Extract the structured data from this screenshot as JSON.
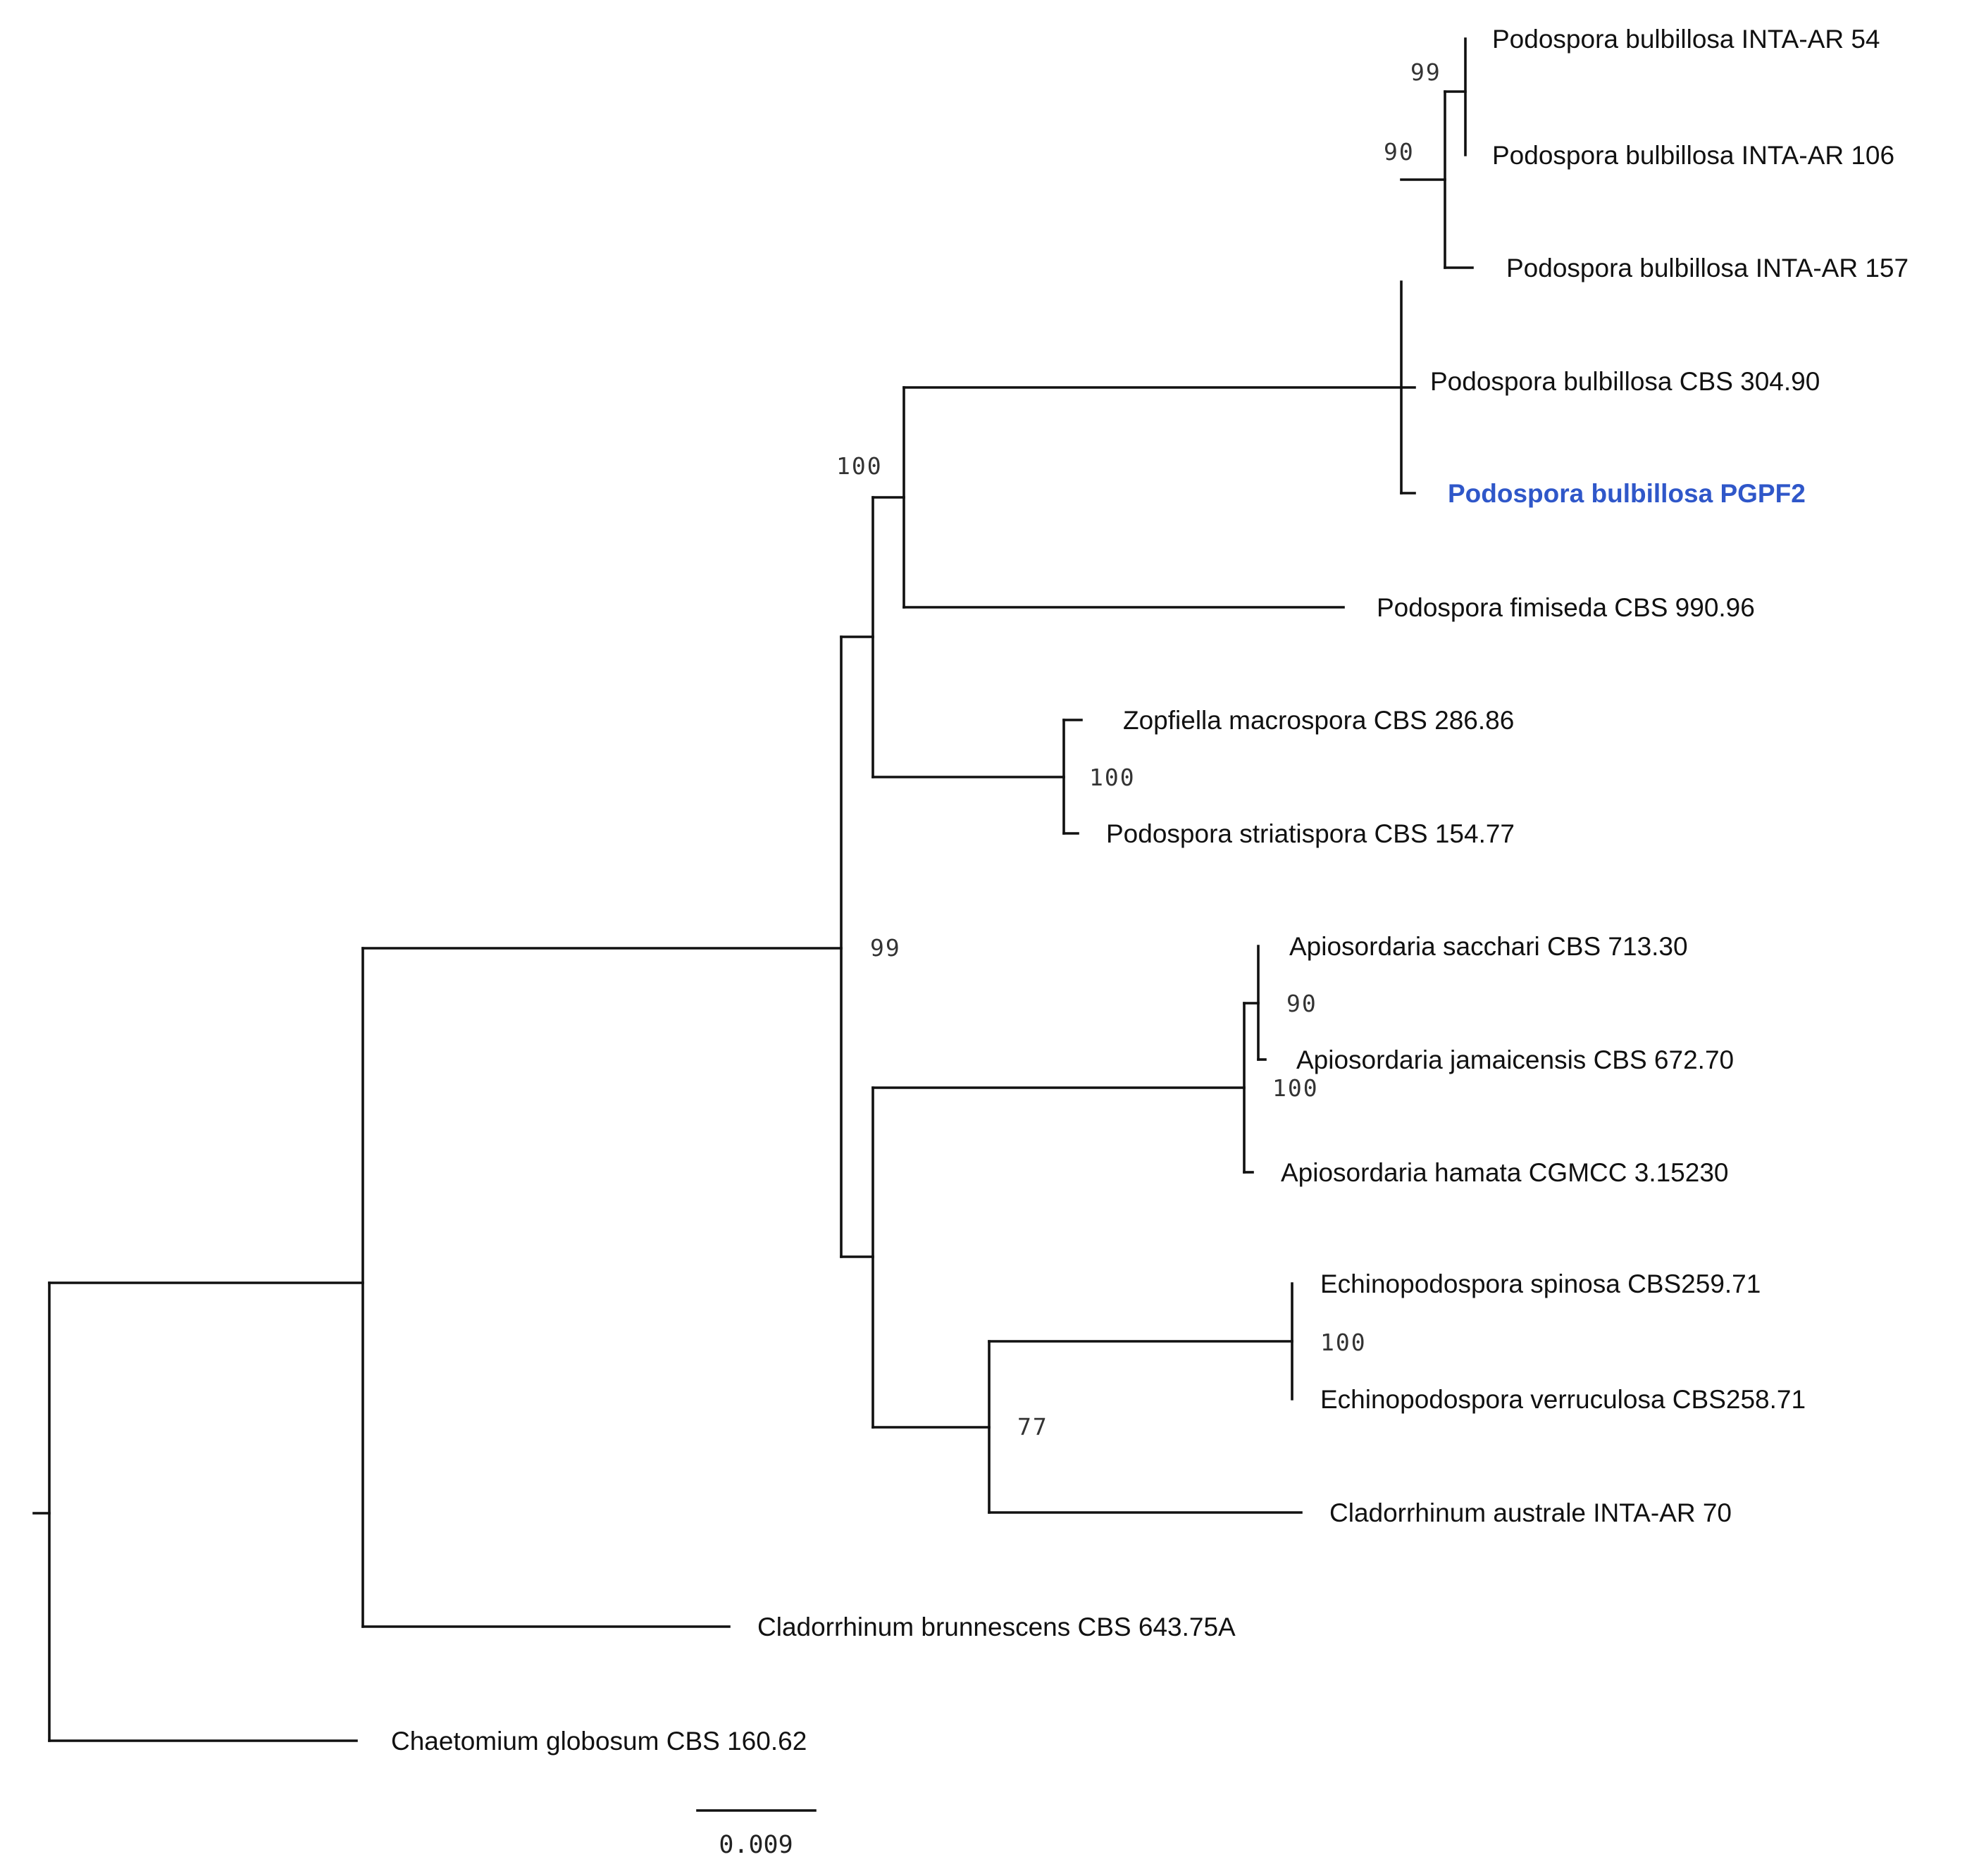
{
  "tree": {
    "highlight_color": "#2f57c9",
    "scale_bar": {
      "label": "0.009"
    },
    "taxa": [
      {
        "id": "t_pb54",
        "label": "Podospora bulbillosa INTA-AR 54"
      },
      {
        "id": "t_pb106",
        "label": "Podospora bulbillosa INTA-AR 106"
      },
      {
        "id": "t_pb157",
        "label": "Podospora bulbillosa INTA-AR 157"
      },
      {
        "id": "t_pbcbs",
        "label": "Podospora bulbillosa CBS 304.90"
      },
      {
        "id": "t_pgpf2",
        "label": "Podospora bulbillosa PGPF2",
        "highlight": true
      },
      {
        "id": "t_pfim",
        "label": "Podospora fimiseda CBS 990.96"
      },
      {
        "id": "t_zmac",
        "label": "Zopfiella macrospora CBS 286.86"
      },
      {
        "id": "t_pstr",
        "label": "Podospora striatispora CBS 154.77"
      },
      {
        "id": "t_asac",
        "label": "Apiosordaria sacchari CBS 713.30"
      },
      {
        "id": "t_ajam",
        "label": "Apiosordaria jamaicensis CBS 672.70"
      },
      {
        "id": "t_aham",
        "label": "Apiosordaria hamata CGMCC 3.15230"
      },
      {
        "id": "t_espi",
        "label": "Echinopodospora spinosa CBS259.71"
      },
      {
        "id": "t_ever",
        "label": "Echinopodospora verruculosa CBS258.71"
      },
      {
        "id": "t_caus",
        "label": "Cladorrhinum australe INTA-AR 70"
      },
      {
        "id": "t_cbru",
        "label": "Cladorrhinum brunnescens CBS 643.75A"
      },
      {
        "id": "t_cglo",
        "label": "Chaetomium globosum CBS 160.62"
      }
    ],
    "bootstrap": [
      {
        "id": "b_pb54_106",
        "value": "99"
      },
      {
        "id": "b_pb_inner",
        "value": "90"
      },
      {
        "id": "b_podospora",
        "value": "100"
      },
      {
        "id": "b_zopf",
        "value": "100"
      },
      {
        "id": "b_main",
        "value": "99"
      },
      {
        "id": "b_apio_inner",
        "value": "90"
      },
      {
        "id": "b_apio",
        "value": "100"
      },
      {
        "id": "b_echino",
        "value": "100"
      },
      {
        "id": "b_clad",
        "value": "77"
      }
    ]
  }
}
